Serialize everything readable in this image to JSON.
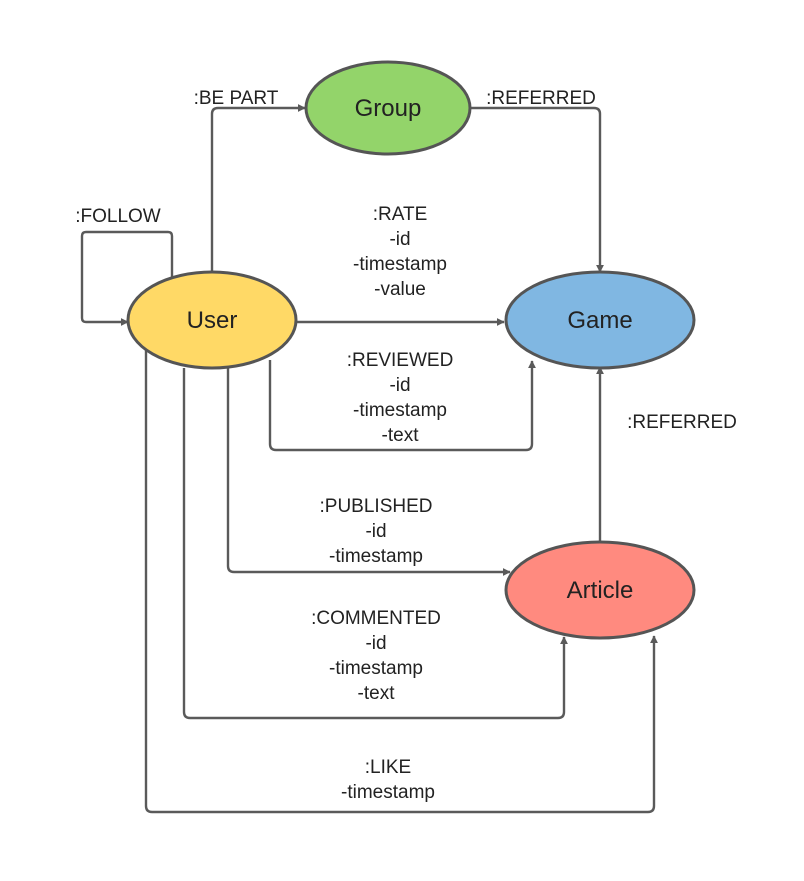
{
  "nodes": {
    "user": {
      "label": "User",
      "color": "#FFD966"
    },
    "group": {
      "label": "Group",
      "color": "#93D46A"
    },
    "game": {
      "label": "Game",
      "color": "#80B7E2"
    },
    "article": {
      "label": "Article",
      "color": "#FF8A7F"
    }
  },
  "edges": {
    "follow": {
      "label": ":FOLLOW"
    },
    "be_part": {
      "label": ":BE PART"
    },
    "group_referred": {
      "label": ":REFERRED"
    },
    "rate": {
      "label": ":RATE",
      "props": [
        "-id",
        "-timestamp",
        "-value"
      ]
    },
    "reviewed": {
      "label": ":REVIEWED",
      "props": [
        "-id",
        "-timestamp",
        "-text"
      ]
    },
    "article_referred": {
      "label": ":REFERRED"
    },
    "published": {
      "label": ":PUBLISHED",
      "props": [
        "-id",
        "-timestamp"
      ]
    },
    "commented": {
      "label": ":COMMENTED",
      "props": [
        "-id",
        "-timestamp",
        "-text"
      ]
    },
    "like": {
      "label": ":LIKE",
      "props": [
        "-timestamp"
      ]
    }
  }
}
